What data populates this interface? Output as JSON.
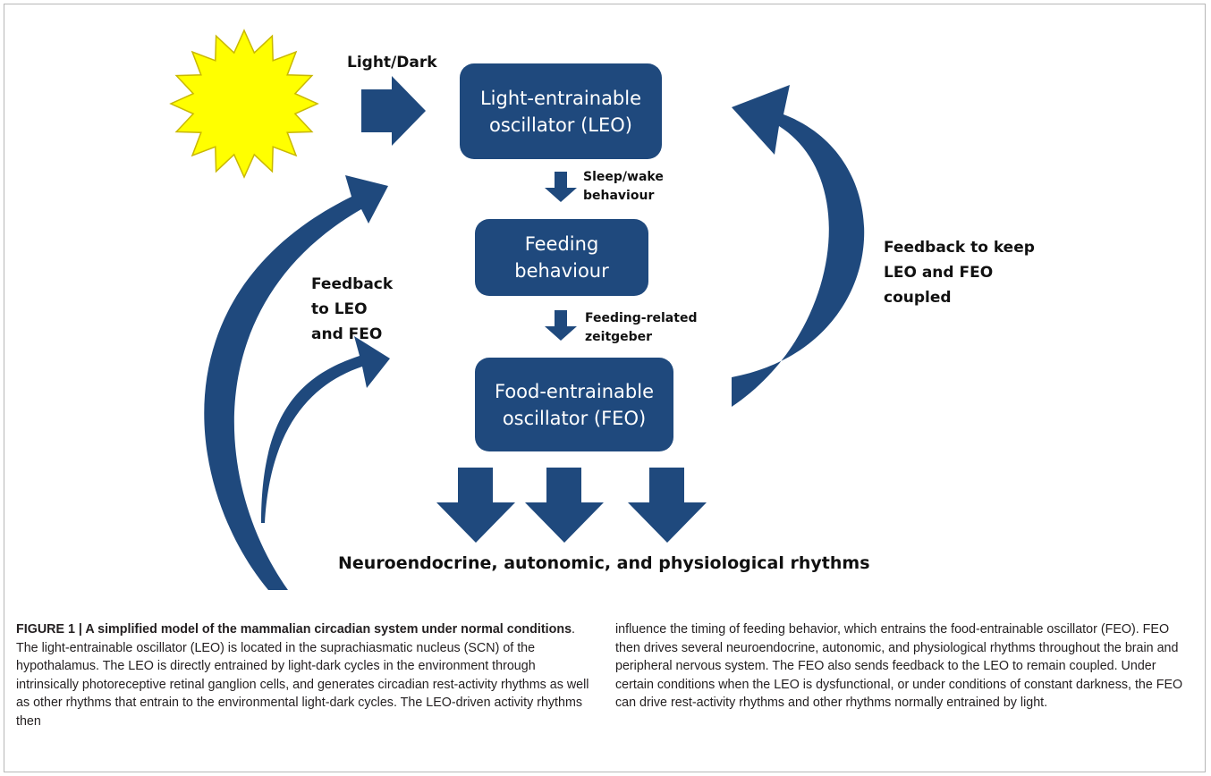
{
  "figure": {
    "boxes": {
      "leo": "Light-entrainable oscillator (LEO)",
      "feeding": "Feeding behaviour",
      "feo": "Food-entrainable oscillator (FEO)"
    },
    "labels": {
      "light_dark": "Light/Dark",
      "sleep_wake_1": "Sleep/wake",
      "sleep_wake_2": "behaviour",
      "feeding_related_1": "Feeding-related",
      "feeding_related_2": "zeitgeber",
      "feedback_left_1": "Feedback",
      "feedback_left_2": "to LEO",
      "feedback_left_3": "and FEO",
      "feedback_right_1": "Feedback to keep",
      "feedback_right_2": "LEO and FEO",
      "feedback_right_3": "coupled",
      "outputs": "Neuroendocrine, autonomic, and physiological rhythms"
    },
    "colors": {
      "box": "#1f497d",
      "arrow": "#1f497d",
      "sun_fill": "#ffff00",
      "sun_stroke": "#c9b800"
    }
  },
  "caption": {
    "title": "FIGURE 1 | A simplified model of the mammalian circadian system under normal conditions",
    "left_text": ". The light-entrainable oscillator (LEO) is located in the suprachiasmatic nucleus (SCN) of the hypothalamus. The LEO is directly entrained by light-dark cycles in the environment through intrinsically photoreceptive retinal ganglion cells, and generates circadian rest-activity rhythms as well as other rhythms that entrain to the environmental light-dark cycles. The LEO-driven activity rhythms then",
    "right_text": "influence the timing of feeding behavior, which entrains the food-entrainable oscillator (FEO). FEO then drives several neuroendocrine, autonomic, and physiological rhythms throughout the brain and peripheral nervous system. The FEO also sends feedback to the LEO to remain coupled. Under certain conditions when the LEO is dysfunctional, or under conditions of constant darkness, the FEO can drive rest-activity rhythms and other rhythms normally entrained by light."
  }
}
